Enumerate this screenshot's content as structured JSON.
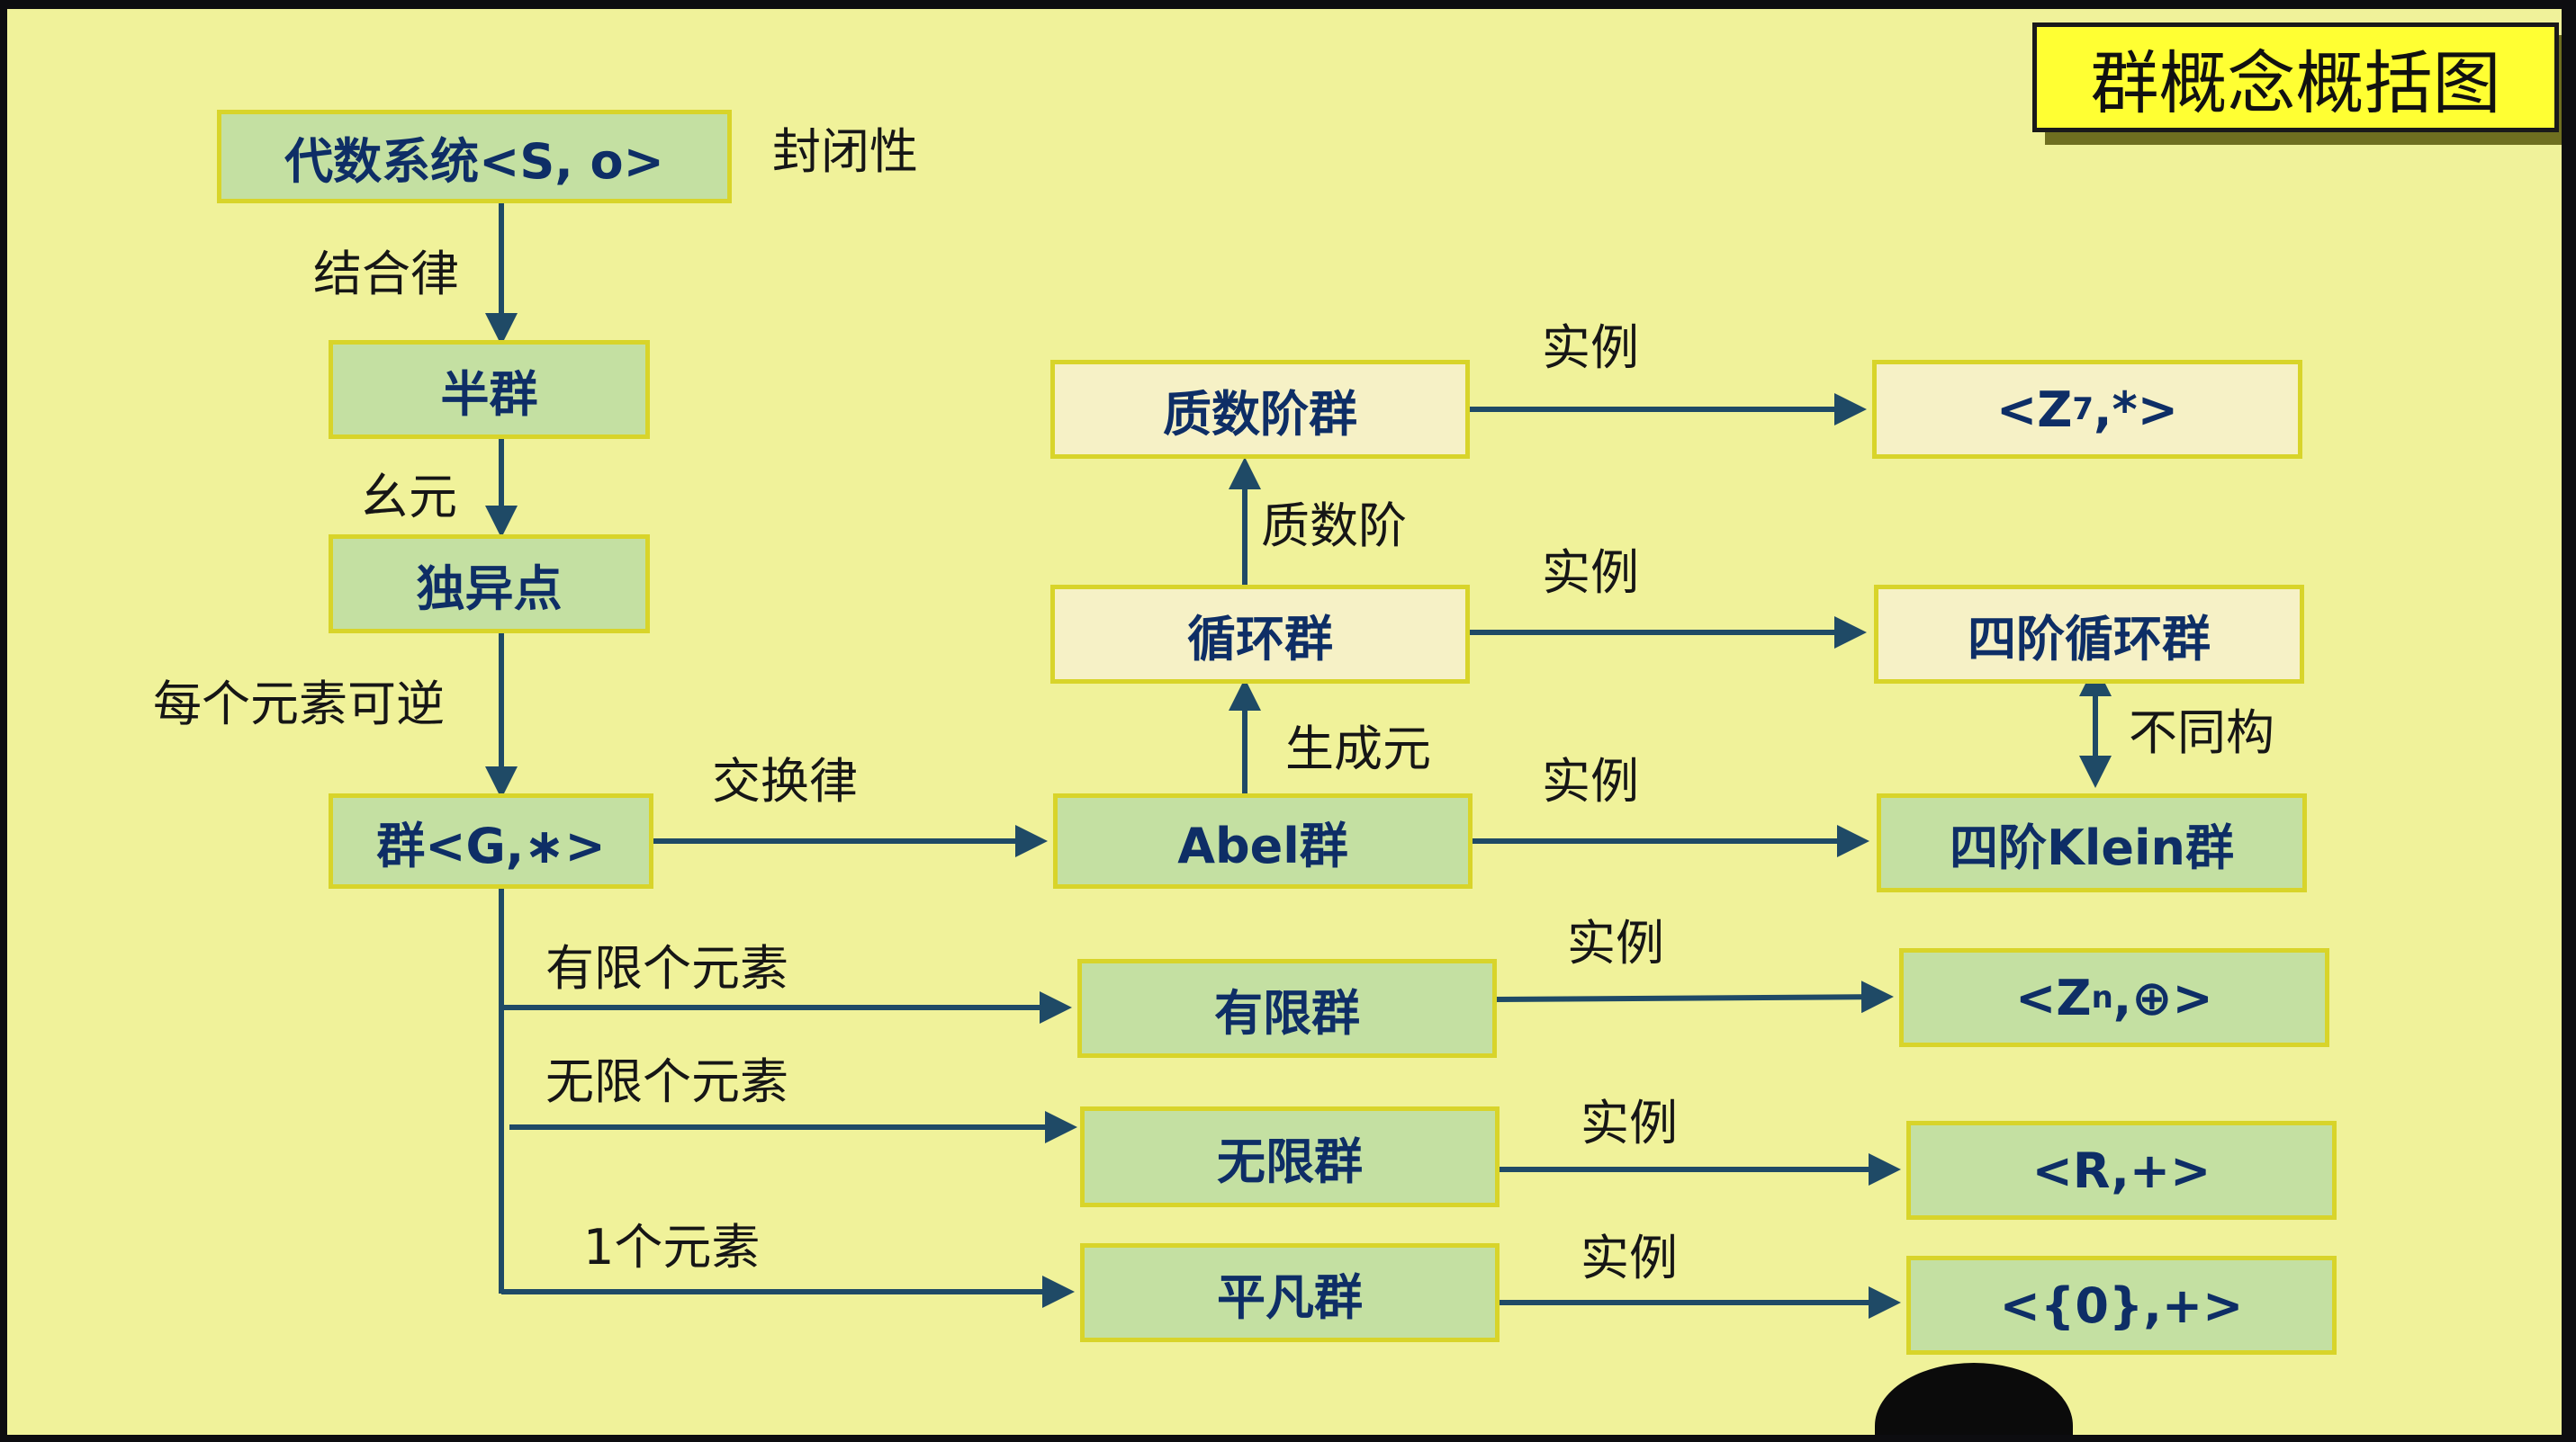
{
  "title": "群概念概括图",
  "nodes": {
    "algebra": "代数系统<S, o>",
    "semigroup": "半群",
    "monoid": "独异点",
    "group": "群<G,∗>",
    "abel": "Abel群",
    "cyclic": "循环群",
    "prime_order": "质数阶群",
    "finite": "有限群",
    "infinite": "无限群",
    "trivial": "平凡群",
    "z7_prefix": "<Z",
    "z7_sub": "7",
    "z7_suffix": ",*>",
    "order4_cyclic": "四阶循环群",
    "klein4": "四阶Klein群",
    "zn_prefix": "<Z",
    "zn_sub": "n",
    "zn_suffix": ",⊕>",
    "reals": "<R,+>",
    "zero": "<{0},+>"
  },
  "labels": {
    "closure": "封闭性",
    "associativity": "结合律",
    "identity": "幺元",
    "inverse": "每个元素可逆",
    "commutativity": "交换律",
    "generator": "生成元",
    "prime_order_edge": "质数阶",
    "example_prime": "实例",
    "example_cyclic": "实例",
    "example_abel": "实例",
    "non_isomorphic": "不同构",
    "finite_elements": "有限个元素",
    "infinite_elements": "无限个元素",
    "one_element": "1个元素",
    "example_finite": "实例",
    "example_infinite": "实例",
    "example_trivial": "实例"
  },
  "colors": {
    "background": "#f0f29a",
    "green_box": "#c4e0a2",
    "light_box": "#f6f1c6",
    "box_border": "#d8d42a",
    "box_text": "#0e2e66",
    "arrow": "#1f4a66",
    "title_box": "#ffff33"
  }
}
